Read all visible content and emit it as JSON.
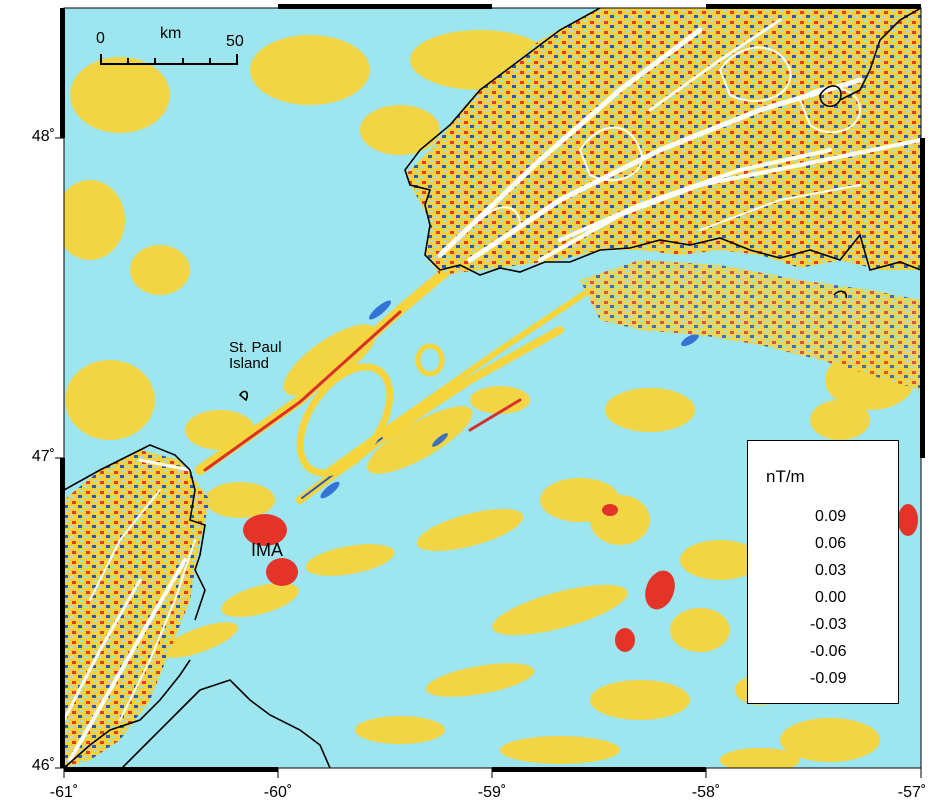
{
  "map": {
    "y_ticks": [
      "48˚",
      "47˚",
      "46˚"
    ],
    "x_ticks": [
      "-61˚",
      "-60˚",
      "-59˚",
      "-58˚",
      "-57˚"
    ],
    "scale_bar": {
      "unit": "km",
      "start": "0",
      "end": "50"
    },
    "labels": {
      "st_paul_line1": "St. Paul",
      "st_paul_line2": "Island",
      "ima": "IMA"
    }
  },
  "legend": {
    "unit": "nT/m",
    "ticks": [
      "0.09",
      "0.06",
      "0.03",
      "0.00",
      "-0.03",
      "-0.06",
      "-0.09"
    ],
    "colors": [
      "#ee1c1c",
      "#f05a1e",
      "#f7a51b",
      "#fbe02a",
      "#33e0ea",
      "#14b8e6",
      "#2f5cd8"
    ]
  },
  "colors": {
    "sea_background": "#9ee6ef",
    "positive_anomaly": "#f6d43c",
    "strong_positive": "#e4342a",
    "negative_anomaly": "#2060d0",
    "fault_lines": "#ffffff",
    "coastline": "#000000"
  }
}
